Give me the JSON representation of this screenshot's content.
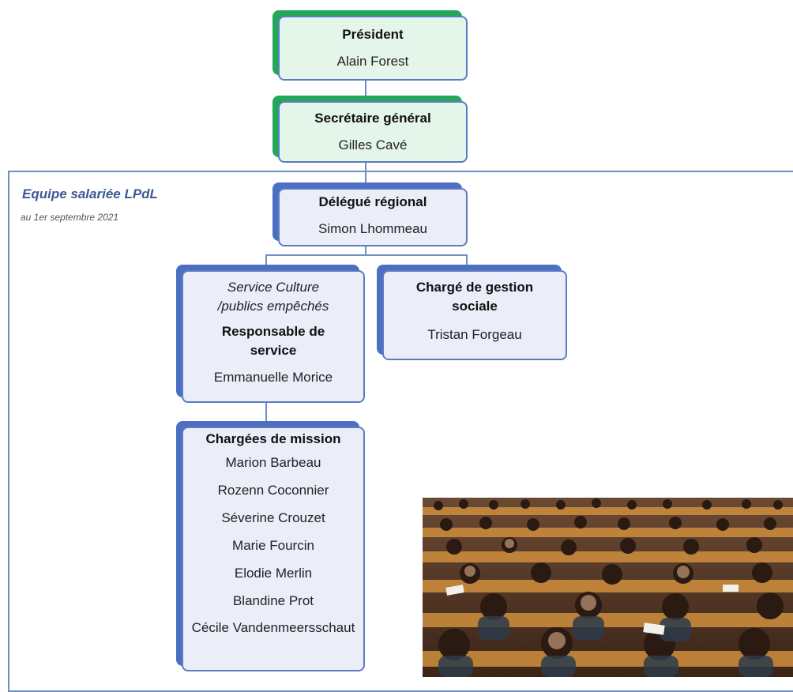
{
  "president": {
    "role": "Président",
    "name": "Alain Forest"
  },
  "secretary": {
    "role": "Secrétaire général",
    "name": "Gilles Cavé"
  },
  "team": {
    "title": "Equipe salariée LPdL",
    "date": "au 1er septembre 2021"
  },
  "delegate": {
    "role": "Délégué régional",
    "name": "Simon Lhommeau"
  },
  "service_culture": {
    "service_line1": "Service Culture",
    "service_line2": "/publics empêchés",
    "role": "Responsable de service",
    "name": "Emmanuelle Morice"
  },
  "social": {
    "role": "Chargé de gestion sociale",
    "name": "Tristan Forgeau"
  },
  "missions": {
    "role": "Chargées de mission",
    "members": [
      "Marion Barbeau",
      "Rozenn Coconnier",
      "Séverine Crouzet",
      "Marie Fourcin",
      "Elodie Merlin",
      "Blandine Prot",
      "Cécile Vandenmeersschaut"
    ]
  },
  "colors": {
    "green_accent": "#23a85a",
    "blue_accent": "#4c6fc4",
    "border": "#5b7cc0",
    "green_fill": "#e4f5ea",
    "blue_fill": "#ebedf8"
  }
}
